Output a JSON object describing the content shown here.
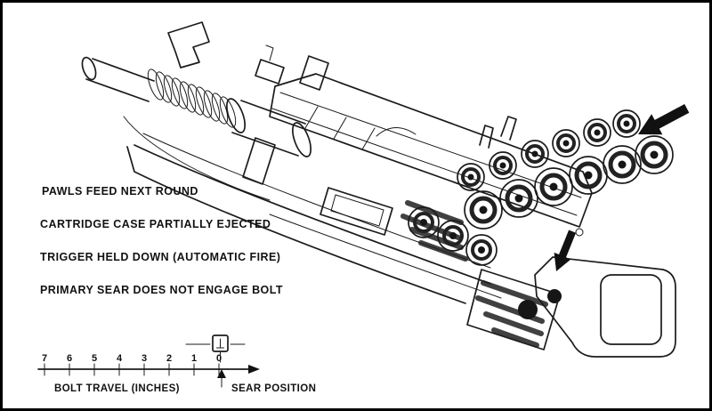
{
  "figure": {
    "callouts": [
      "PAWLS FEED NEXT ROUND",
      "CARTRIDGE CASE PARTIALLY EJECTED",
      "TRIGGER HELD DOWN (AUTOMATIC FIRE)",
      "PRIMARY SEAR DOES NOT ENGAGE BOLT"
    ]
  },
  "scale": {
    "ticks": [
      "7",
      "6",
      "5",
      "4",
      "3",
      "2",
      "1",
      "0"
    ],
    "axis_label": "BOLT TRAVEL (INCHES)",
    "pointer_label": "SEAR POSITION"
  },
  "icons": {
    "feed_direction_arrow": "bold-arrow-down-left",
    "bolt_arrow": "bold-arrow-down",
    "sear_marker": "boxed-sear-symbol"
  },
  "colors": {
    "ink": "#1b1b1b",
    "background": "#ffffff"
  }
}
